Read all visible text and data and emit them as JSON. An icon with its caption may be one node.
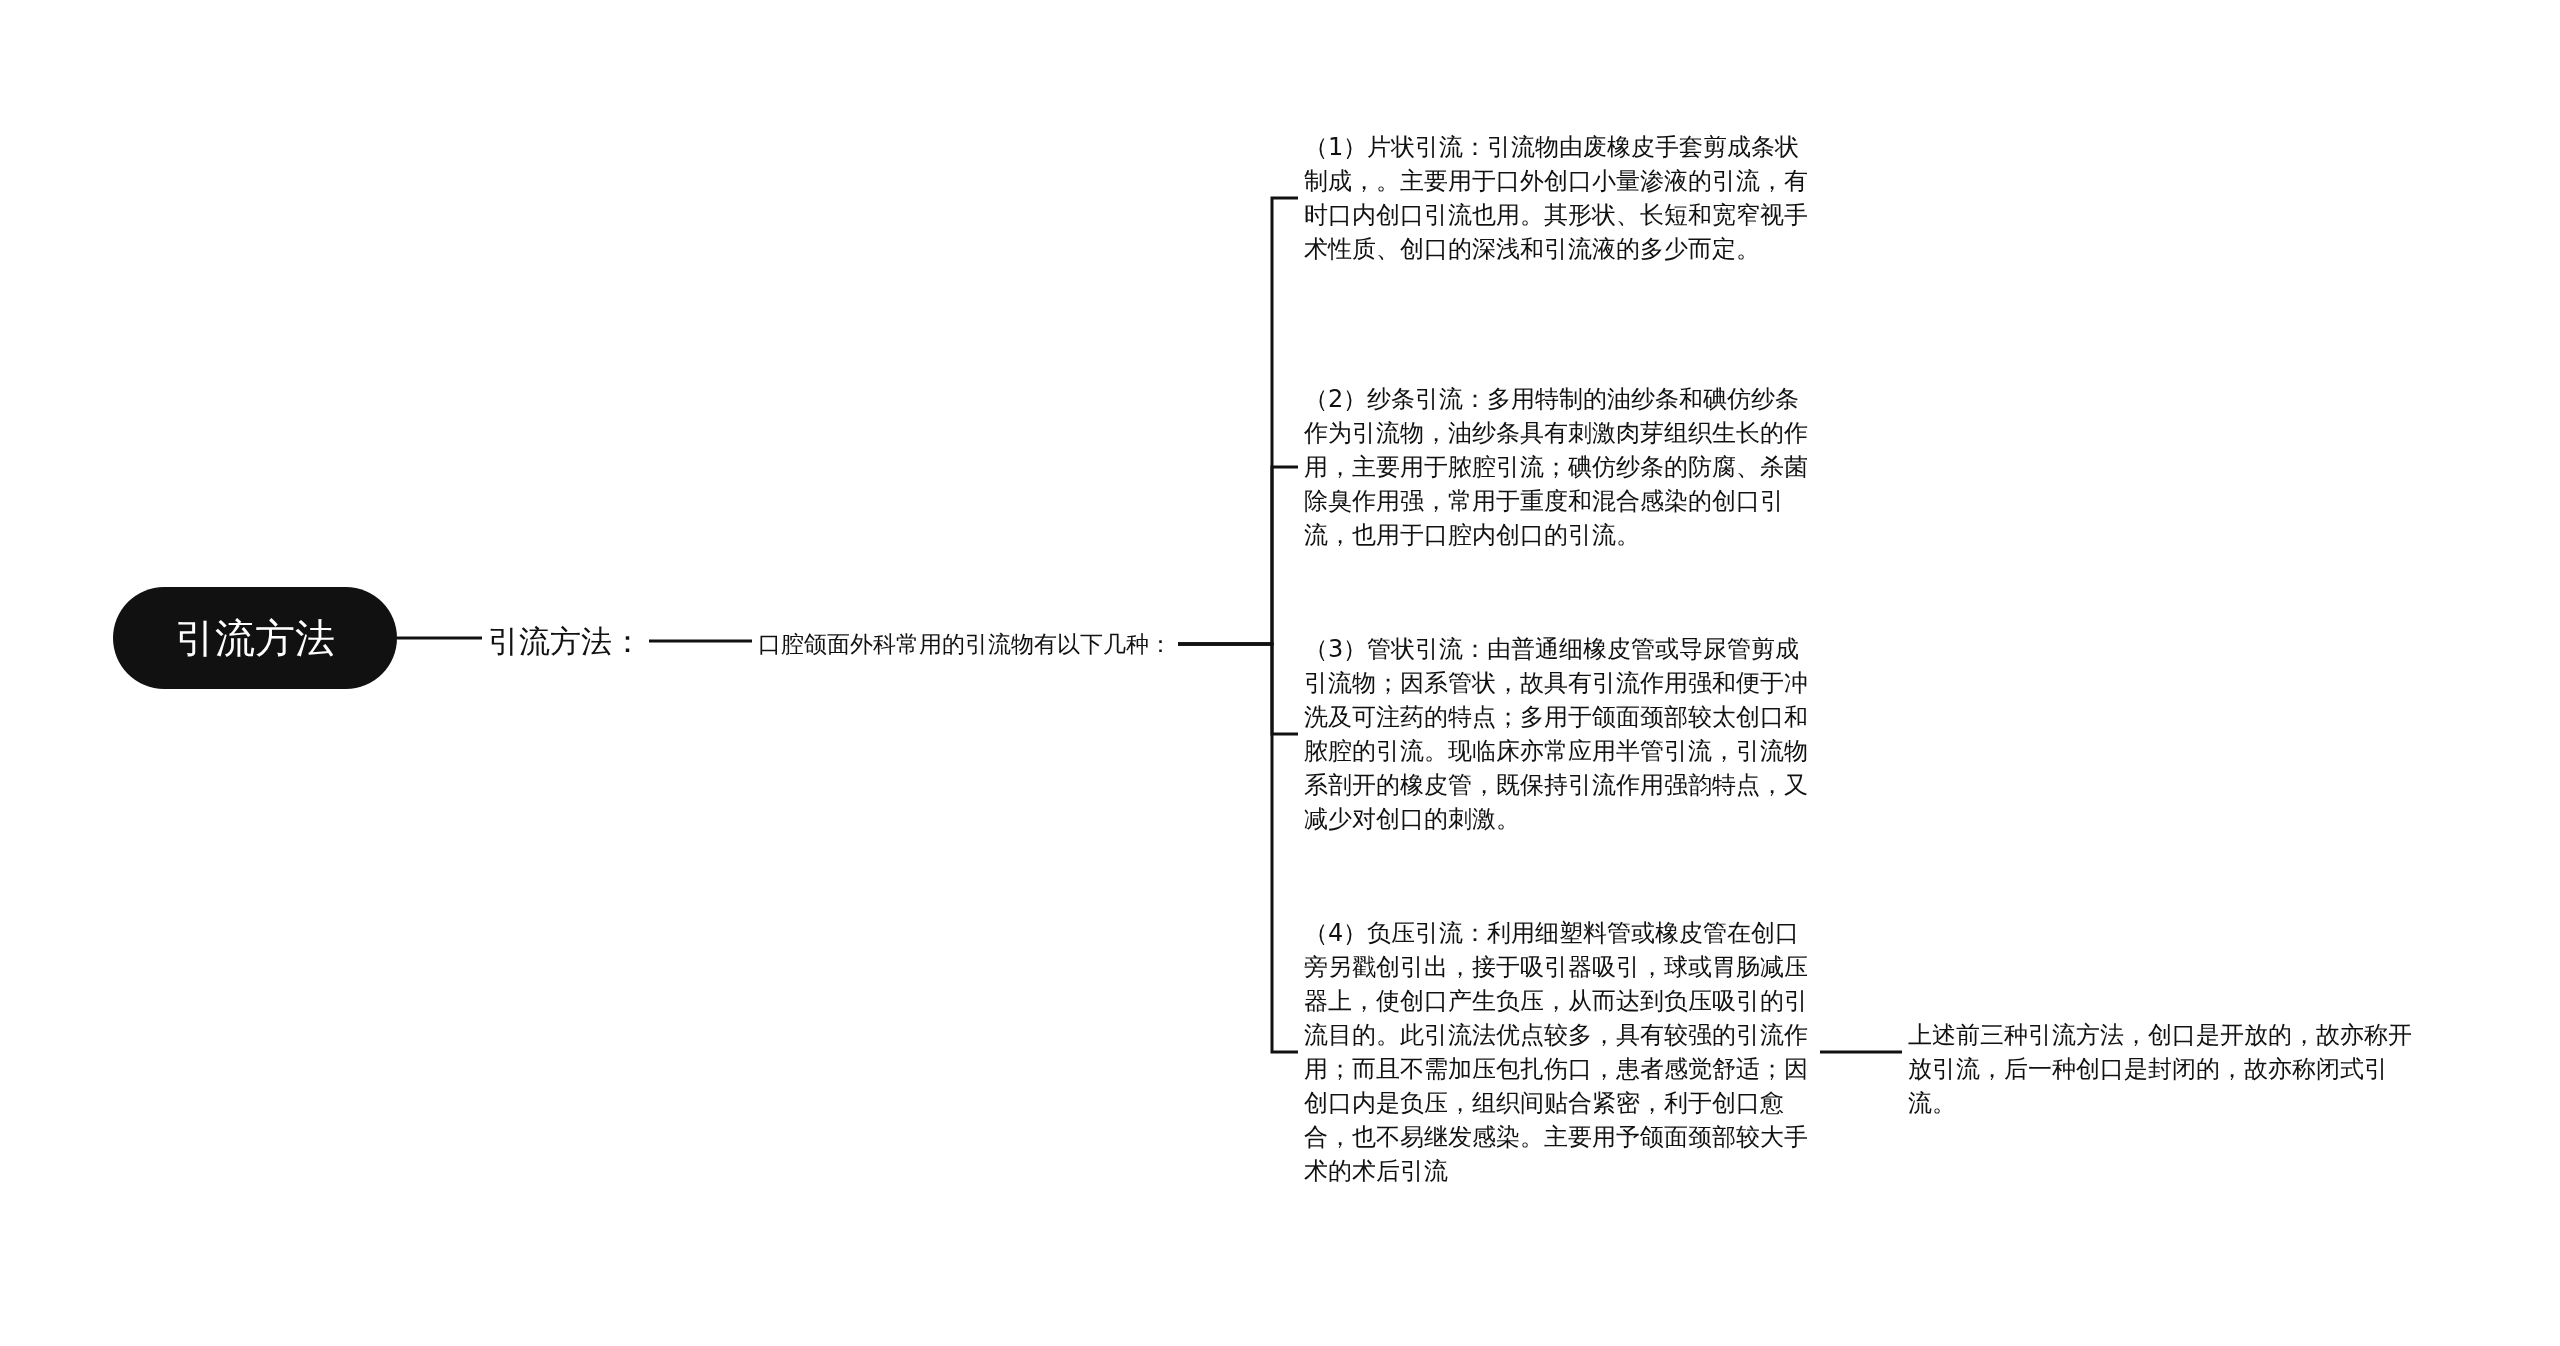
{
  "diagram": {
    "nodes": [
      {
        "text": [
          "引流方法"
        ]
      },
      {
        "text": [
          "引流方法："
        ]
      },
      {
        "text": [
          "口腔颌面外科常用的引流物有以下几种："
        ]
      },
      {
        "text": [
          "（1）片状引流：引流物由废橡皮手套剪成条状制成，。主要用于口外创口小量渗液的引流，有时口内创口引流也用。其形状、长短和宽窄视手术性质、创口的深浅和引流液的多少而定。"
        ]
      },
      {
        "text": [
          "（2）纱条引流：多用特制的油纱条和碘仿纱条作为引流物，油纱条具有刺激肉芽组织生长的作用，主要用于脓腔引流；碘仿纱条的防腐、杀菌除臭作用强，常用于重度和混合感染的创口引流，也用于口腔内创口的引流。"
        ]
      },
      {
        "text": [
          "（3）管状引流：由普通细橡皮管或导尿管剪成引流物；因系管状，故具有引流作用强和便于冲洗及可注药的特点；多用于颌面颈部较太创口和脓腔的引流。现临床亦常应用半管引流，引流物系剖开的橡皮管，既保持引流作用强韵特点，又减少对创口的刺激。"
        ]
      },
      {
        "text": [
          "（4）负压引流：利用细塑料管或橡皮管在创口旁另戳创引出，接于吸引器吸引，球或胃肠减压器上，使创口产生负压，从而达到负压吸引的引流目的。此引流法优点较多，具有较强的引流作用；而且不需加压包扎伤口，患者感觉舒适；因创口内是负压，组织间贴合紧密，利于创口愈合，也不易继发感染。主要用予颌面颈部较大手术的术后引流"
        ]
      },
      {
        "text": [
          "上述前三种引流方法，创口是开放的，故亦称开放引流，后一种创口是封闭的，故亦称闭式引流。"
        ]
      }
    ],
    "edges": [
      {
        "from": 0,
        "to": 1,
        "arrow": "none"
      },
      {
        "from": 1,
        "to": 2,
        "arrow": "none"
      },
      {
        "from": 2,
        "to": 3,
        "arrow": "none"
      },
      {
        "from": 2,
        "to": 4,
        "arrow": "none"
      },
      {
        "from": 2,
        "to": 5,
        "arrow": "none"
      },
      {
        "from": 2,
        "to": 6,
        "arrow": "none"
      },
      {
        "from": 6,
        "to": 7,
        "arrow": "none"
      }
    ]
  }
}
